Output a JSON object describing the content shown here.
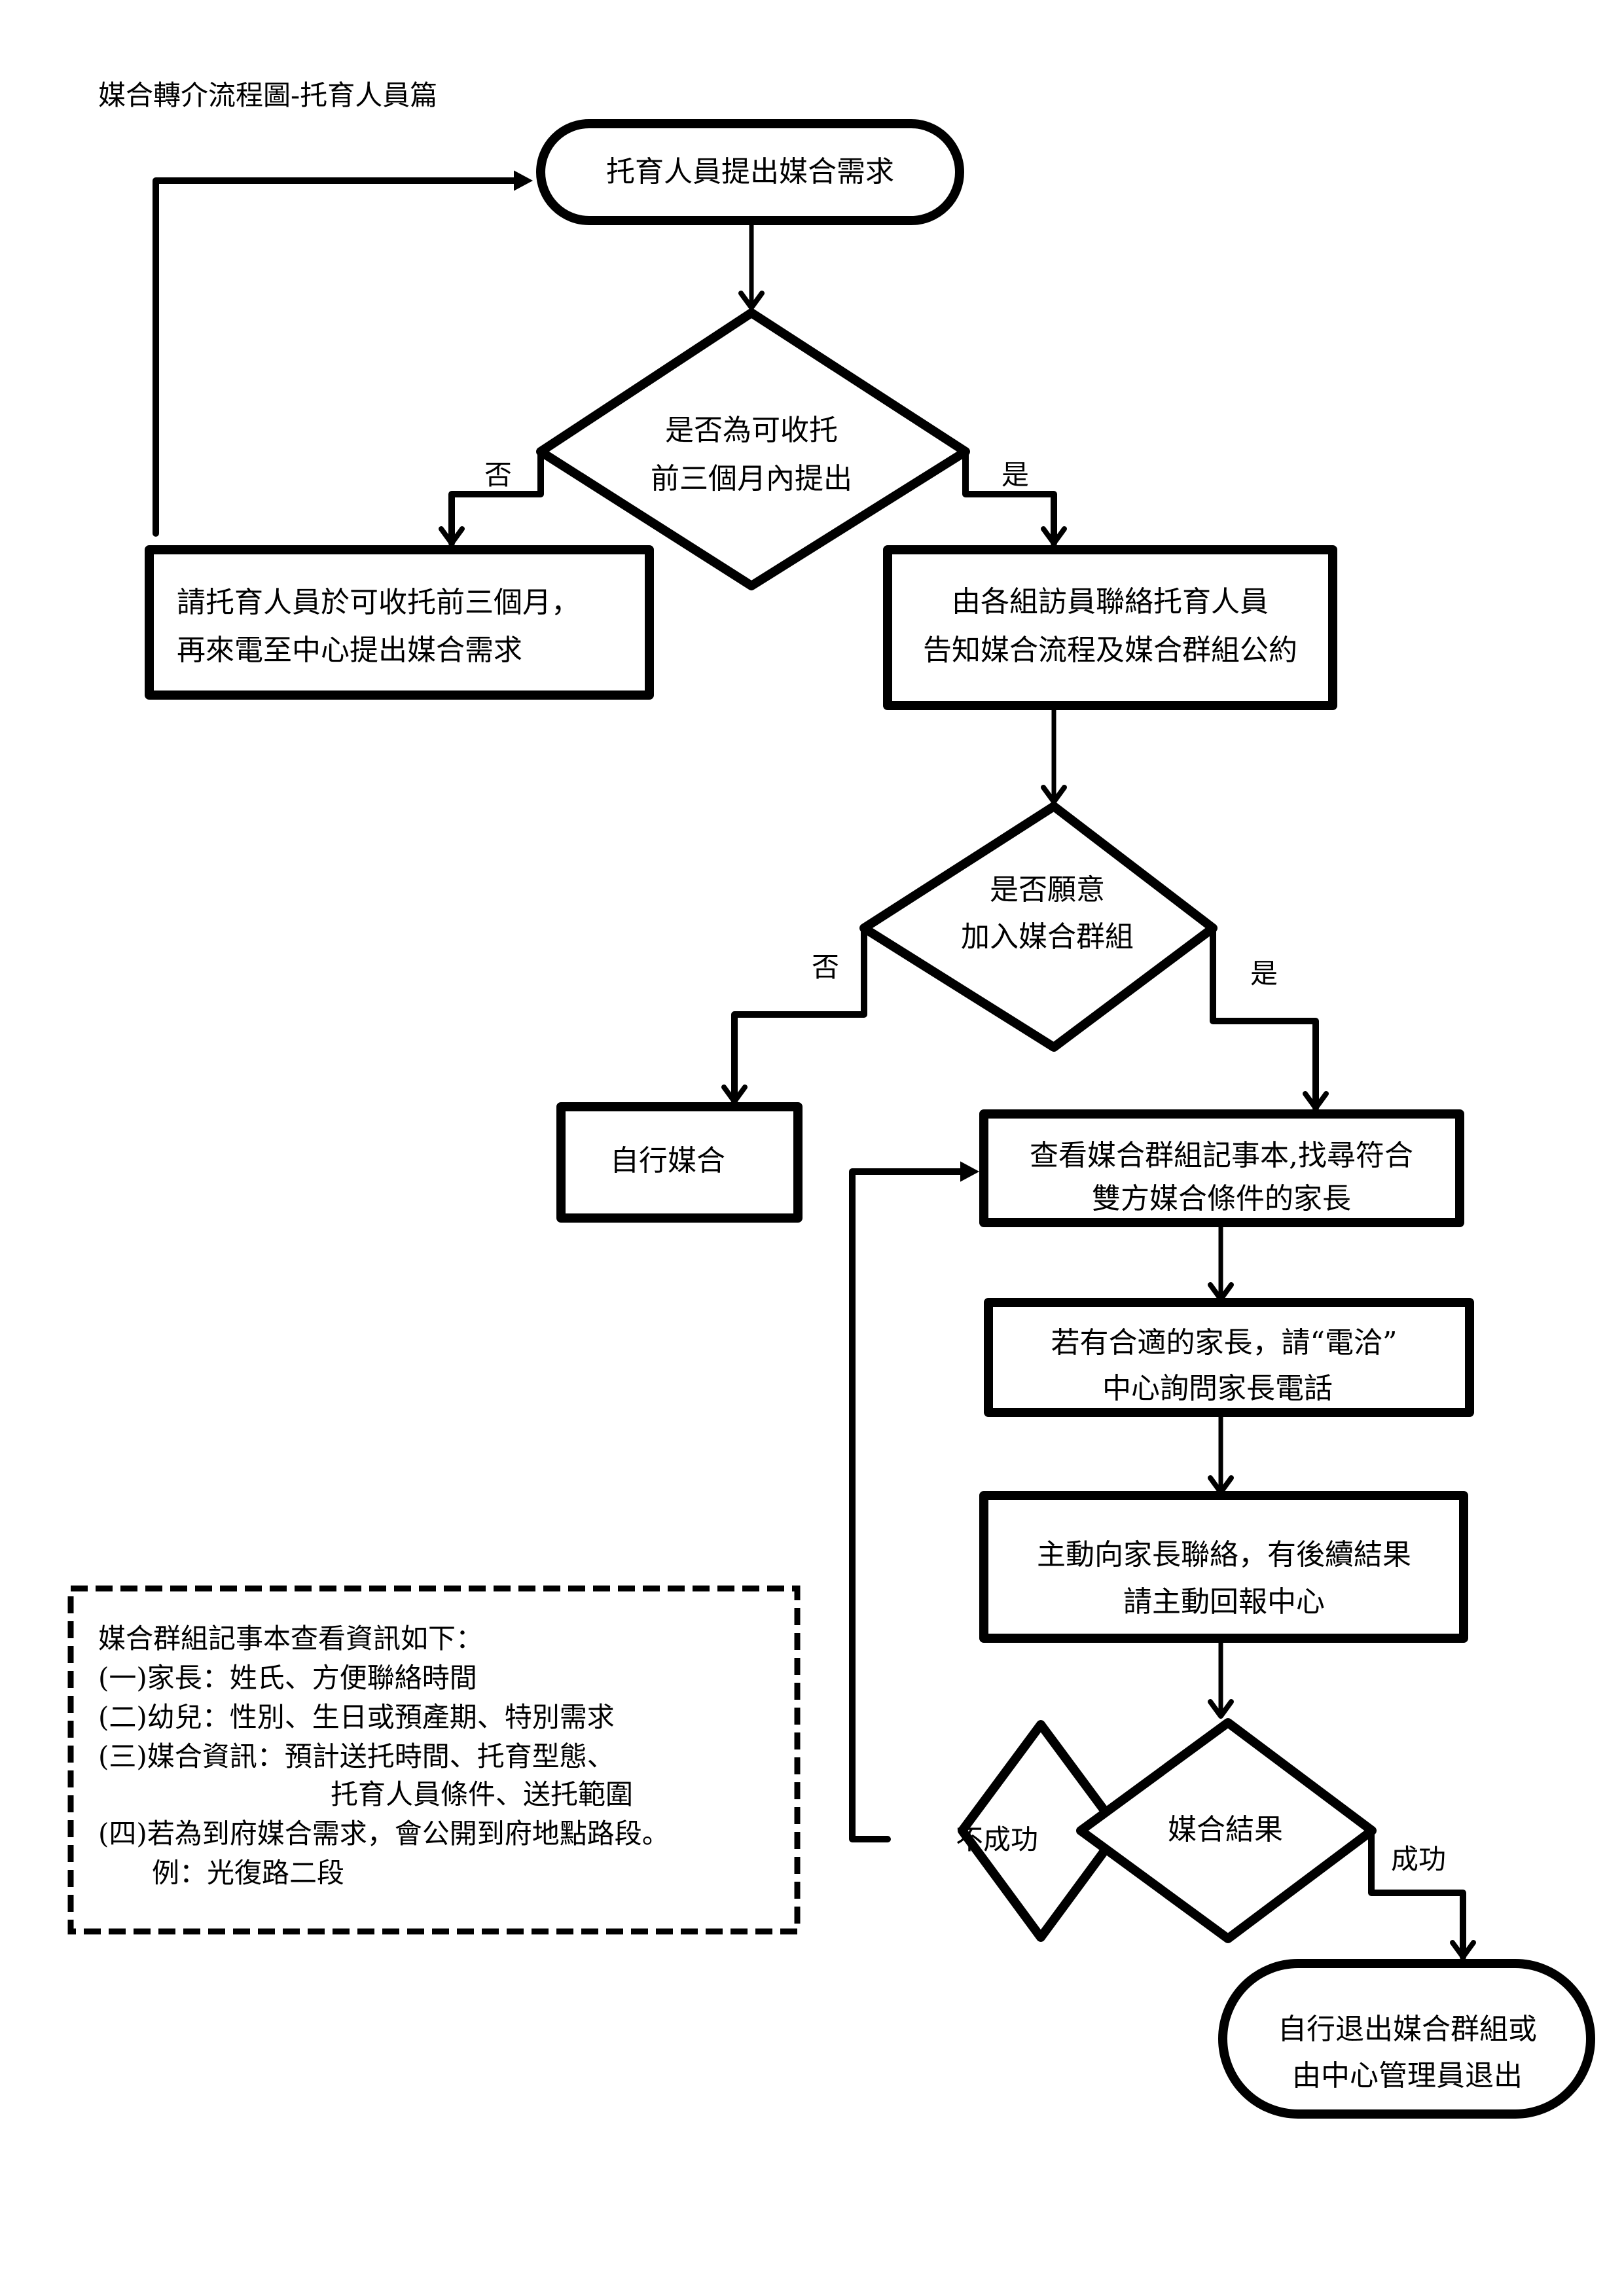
{
  "title": "媒合轉介流程圖-托育人員篇",
  "nodes": {
    "start": {
      "lines": [
        "托育人員提出媒合需求"
      ]
    },
    "decision_timing": {
      "lines": [
        "是否為可收托",
        "前三個月內提出"
      ]
    },
    "reject_timing": {
      "lines": [
        "請托育人員於可收托前三個月，",
        "再來電至中心提出媒合需求"
      ]
    },
    "contact_caregiver": {
      "lines": [
        "由各組訪員聯絡托育人員",
        "告知媒合流程及媒合群組公約"
      ]
    },
    "decision_join": {
      "lines": [
        "是否願意",
        "加入媒合群組"
      ]
    },
    "self_match": {
      "lines": [
        "自行媒合"
      ]
    },
    "check_notebook": {
      "lines": [
        "查看媒合群組記事本,找尋符合",
        "雙方媒合條件的家長"
      ]
    },
    "call_center": {
      "lines": [
        "若有合適的家長，請“電洽”",
        "中心詢問家長電話"
      ]
    },
    "contact_parent": {
      "lines": [
        "主動向家長聯絡，有後續結果",
        "請主動回報中心"
      ]
    },
    "decision_result": {
      "lines": [
        "媒合結果"
      ]
    },
    "end": {
      "lines": [
        "自行退出媒合群組或",
        "由中心管理員退出"
      ]
    }
  },
  "edge_labels": {
    "timing_no": "否",
    "timing_yes": "是",
    "join_no": "否",
    "join_yes": "是",
    "result_fail": "不成功",
    "result_success": "成功"
  },
  "note": {
    "lines": [
      "媒合群組記事本查看資訊如下：",
      "(一)家長：姓氏、方便聯絡時間",
      "(二)幼兒：性別、生日或預產期、特別需求",
      "(三)媒合資訊：預計送托時間、托育型態、",
      "托育人員條件、送托範圍",
      "(四)若為到府媒合需求，會公開到府地點路段。",
      "例：光復路二段"
    ]
  }
}
